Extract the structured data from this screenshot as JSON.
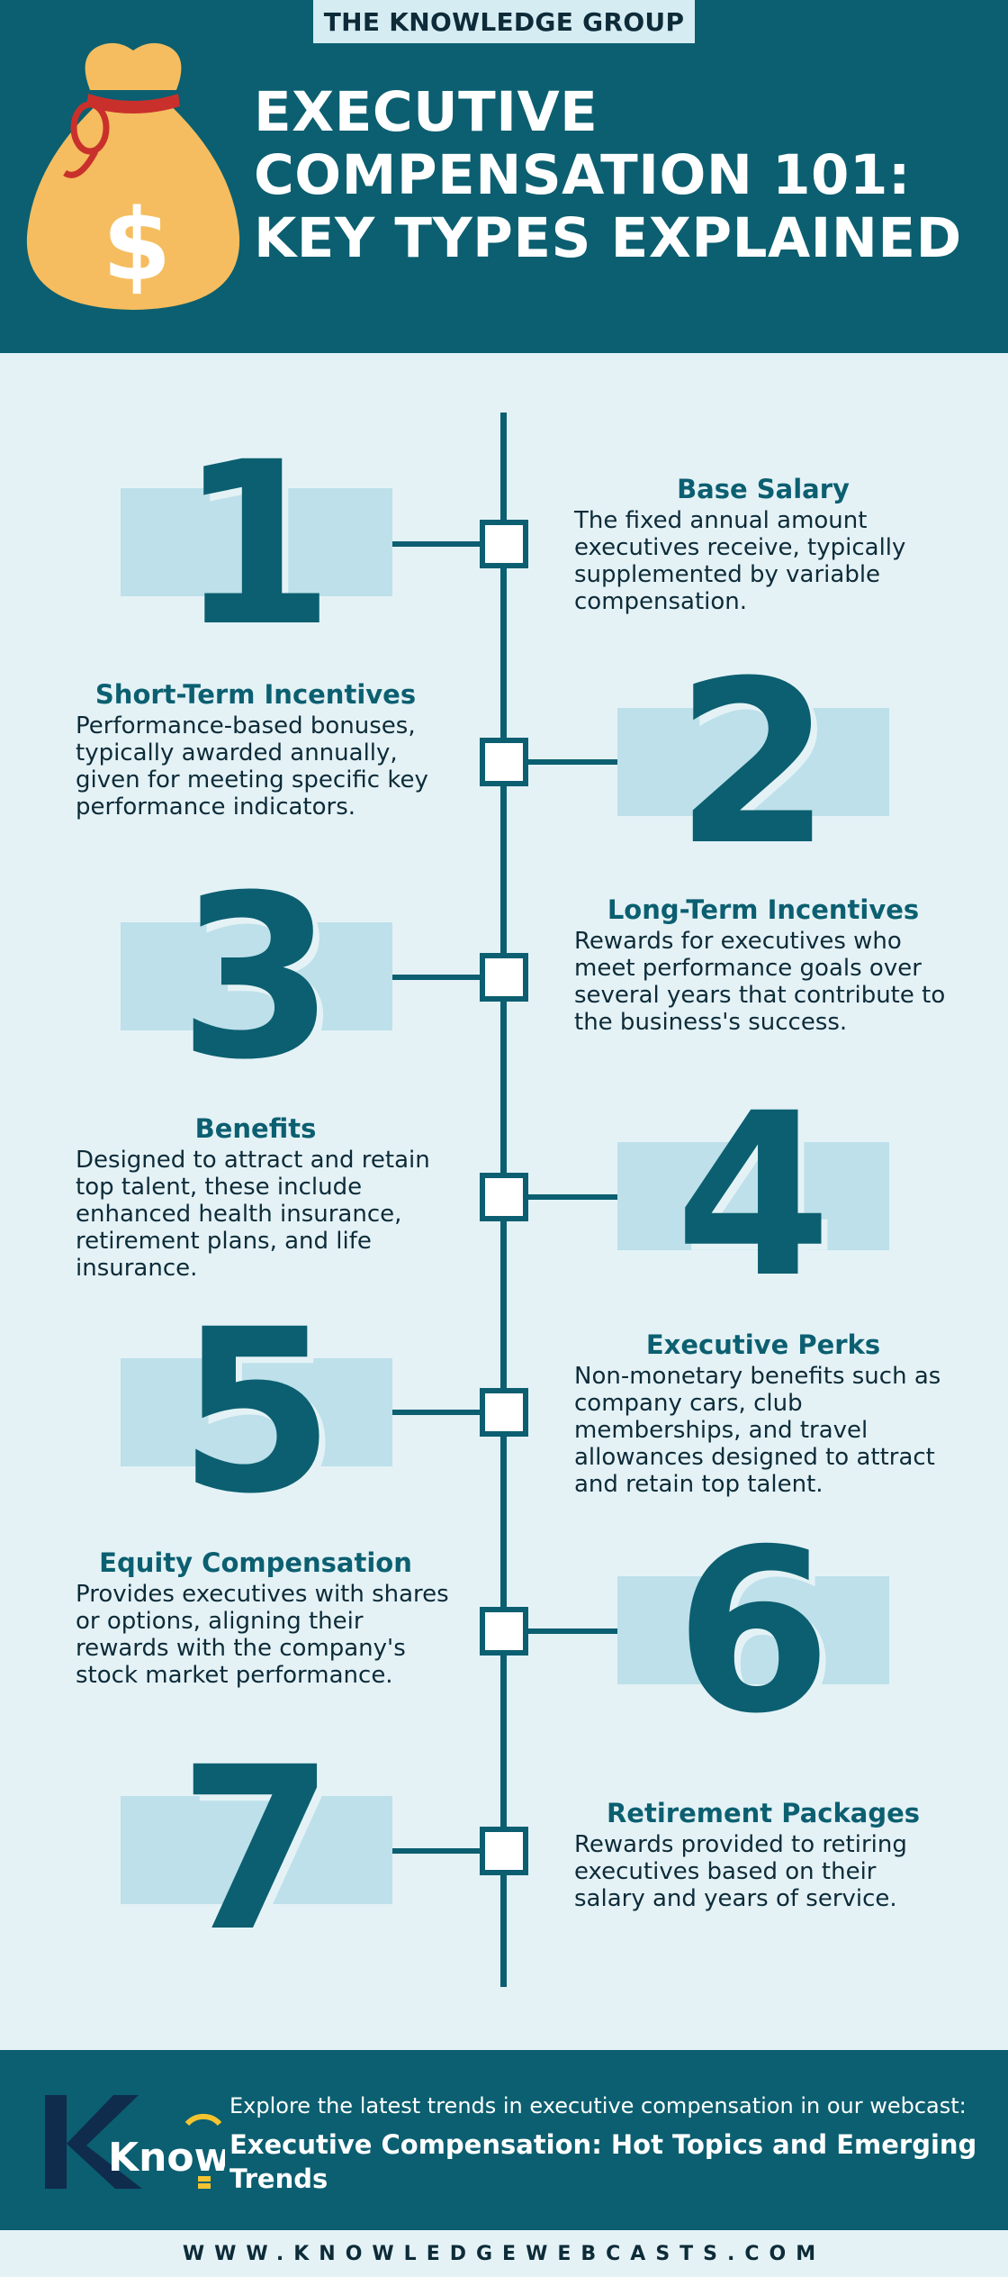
{
  "brand": "THE KNOWLEDGE GROUP",
  "title_lines": [
    "EXECUTIVE",
    "COMPENSATION 101:",
    "KEY TYPES EXPLAINED"
  ],
  "steps": [
    {
      "number": "1",
      "title": "Base Salary",
      "desc": "The fixed annual amount executives receive, typically supplemented by variable compensation."
    },
    {
      "number": "2",
      "title": "Short-Term Incentives",
      "desc": "Performance-based bonuses, typically awarded annually, given for meeting specific key performance indicators."
    },
    {
      "number": "3",
      "title": "Long-Term Incentives",
      "desc": "Rewards for executives who meet performance goals over several years that contribute to the business's success."
    },
    {
      "number": "4",
      "title": "Benefits",
      "desc": "Designed to attract and retain top talent, these include enhanced health insurance, retirement plans, and life insurance."
    },
    {
      "number": "5",
      "title": "Executive Perks",
      "desc": "Non-monetary benefits such as company cars, club memberships, and travel allowances designed to attract and retain top talent."
    },
    {
      "number": "6",
      "title": "Equity Compensation",
      "desc": "Provides executives with shares or options, aligning their rewards with the company's stock market performance."
    },
    {
      "number": "7",
      "title": "Retirement Packages",
      "desc": "Rewards provided to retiring executives based on their salary and years of service."
    }
  ],
  "footer": {
    "logo_text": "Know",
    "intro": "Explore the latest trends in executive compensation in our webcast:",
    "webcast_title": "Executive Compensation: Hot Topics and Emerging Trends"
  },
  "website": "WWW.KNOWLEDGEWEBCASTS.COM",
  "colors": {
    "primary": "#0b5f70",
    "background": "#e4f2f6",
    "number_band": "#bde0ea",
    "bag": "#f5bd5f",
    "tie": "#c9302c"
  },
  "icons": [
    "money-bag-icon",
    "dollar-sign-icon",
    "lightbulb-icon"
  ]
}
